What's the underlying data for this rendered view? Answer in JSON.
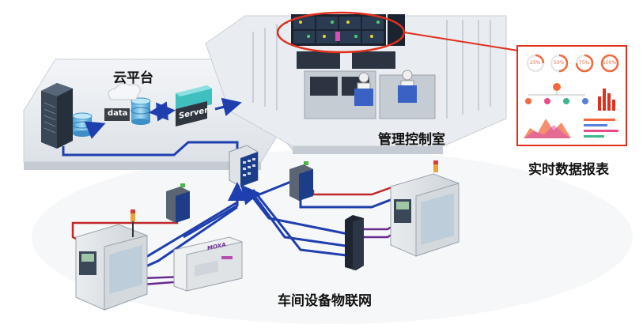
{
  "labels": {
    "cloud_platform": "云平台",
    "control_room": "管理控制室",
    "realtime_report": "实时数据报表",
    "workshop_iot": "车间设备物联网"
  },
  "cloud": {
    "data_tag": "data",
    "server_tag": "Server"
  },
  "report": {
    "gauges": [
      "25%",
      "50%",
      "75%",
      "100%"
    ]
  },
  "plc": {
    "brand": "MOXA"
  },
  "colors": {
    "network_blue": "#1f3fae",
    "cable_red": "#c0282a",
    "cable_purple": "#6a2b8f",
    "callout_red": "#e0301e",
    "gauge_orange": "#f26a3d",
    "server_teal": "#3fbfbf"
  }
}
